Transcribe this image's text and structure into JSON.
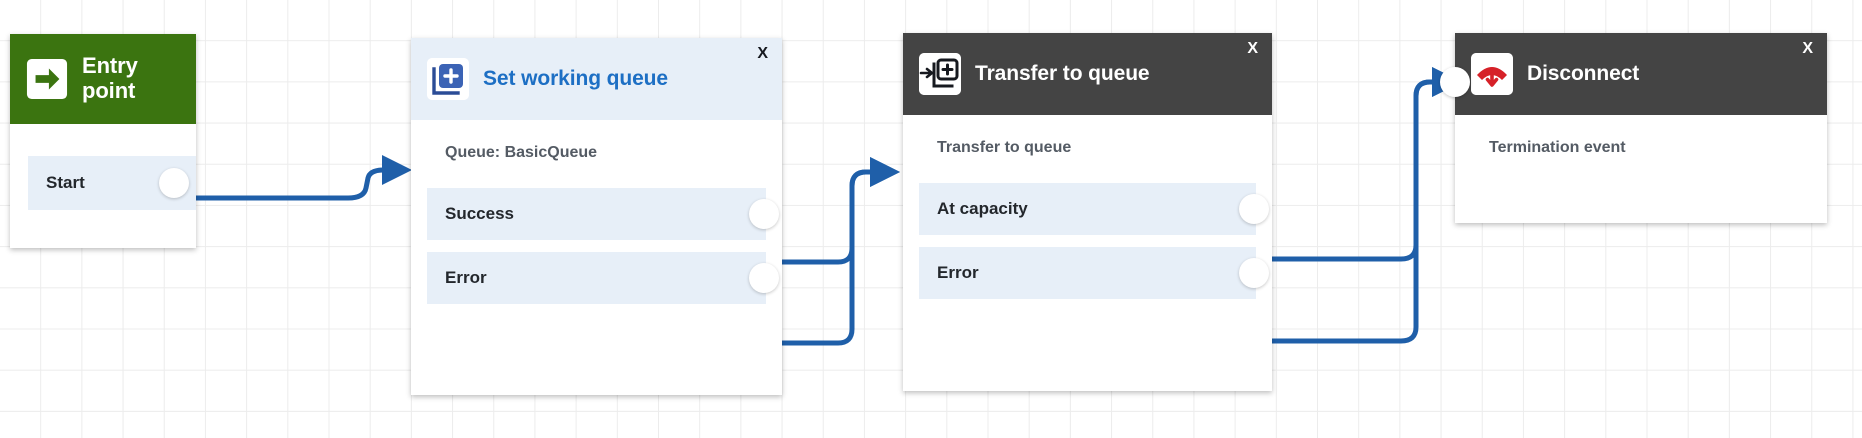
{
  "canvas": {
    "grid": true,
    "background_color": "#ffffff",
    "grid_color": "#ececec",
    "wire_color": "#1f5fa9"
  },
  "nodes": [
    {
      "id": "entry-point",
      "title": "Entry\npoint",
      "title_line1": "Entry",
      "title_line2": "point",
      "icon": "arrow-right-in-square-icon",
      "header_style": "green",
      "header_color": "#3b7410",
      "closable": false,
      "close_label": "",
      "subtitle": "",
      "ports": [
        {
          "label": "Start",
          "side": "right"
        }
      ]
    },
    {
      "id": "set-working-queue",
      "title": "Set working queue",
      "icon": "add-to-queue-icon",
      "header_style": "light",
      "header_color": "#e7eff8",
      "title_color": "#1d6fc4",
      "closable": true,
      "close_label": "X",
      "subtitle": "Queue: BasicQueue",
      "ports": [
        {
          "label": "Success",
          "side": "right"
        },
        {
          "label": "Error",
          "side": "right"
        }
      ]
    },
    {
      "id": "transfer-to-queue",
      "title": "Transfer to queue",
      "icon": "transfer-to-queue-icon",
      "header_style": "dark",
      "header_color": "#444444",
      "closable": true,
      "close_label": "X",
      "subtitle": "Transfer to queue",
      "ports": [
        {
          "label": "At capacity",
          "side": "right"
        },
        {
          "label": "Error",
          "side": "right"
        }
      ]
    },
    {
      "id": "disconnect",
      "title": "Disconnect",
      "icon": "phone-hangup-icon",
      "header_style": "dark",
      "header_color": "#444444",
      "closable": true,
      "close_label": "X",
      "subtitle": "Termination event",
      "ports": [
        {
          "label": "",
          "side": "left"
        }
      ]
    }
  ],
  "connections": [
    {
      "from": "entry-point.Start",
      "to": "set-working-queue.input"
    },
    {
      "from": "set-working-queue.Success",
      "to": "transfer-to-queue.input"
    },
    {
      "from": "set-working-queue.Error",
      "to": "transfer-to-queue.input"
    },
    {
      "from": "transfer-to-queue.At capacity",
      "to": "disconnect.input"
    },
    {
      "from": "transfer-to-queue.Error",
      "to": "disconnect.input"
    }
  ]
}
